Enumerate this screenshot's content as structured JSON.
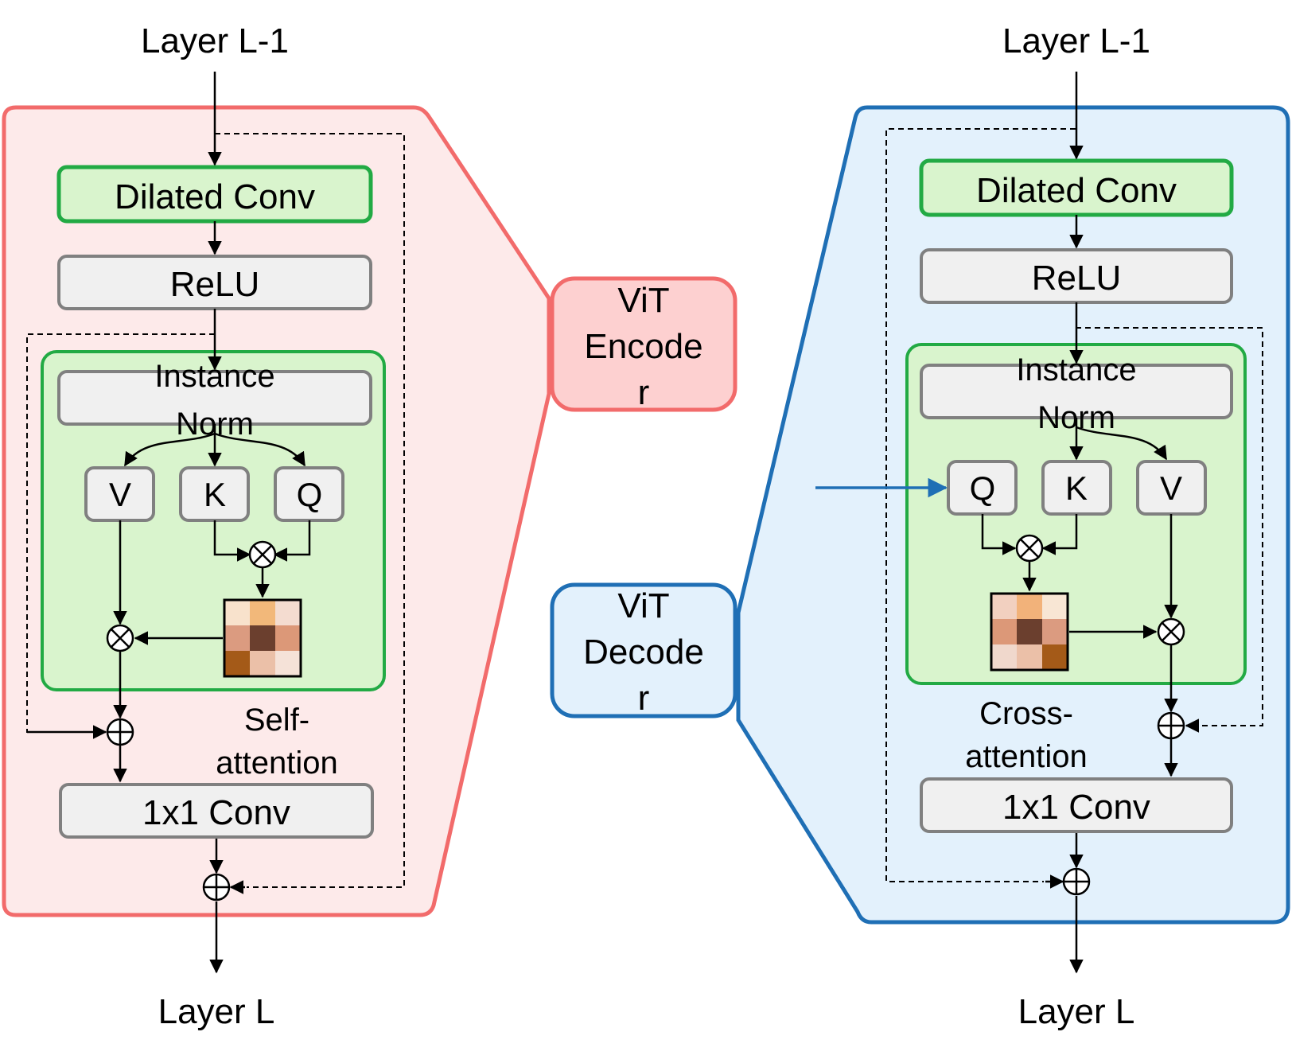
{
  "encoder": {
    "input_label": "Layer L-1",
    "dilated_conv": "Dilated Conv",
    "relu": "ReLU",
    "instance_norm": [
      "Instance",
      "Norm"
    ],
    "v": "V",
    "k": "K",
    "q": "Q",
    "attention_label": [
      "Self-",
      "attention"
    ],
    "conv1x1": "1x1 Conv",
    "output_label": "Layer L",
    "colors": {
      "frame": "#f26b6b",
      "fill": "#fdeaea"
    }
  },
  "decoder": {
    "input_label": "Layer L-1",
    "dilated_conv": "Dilated Conv",
    "relu": "ReLU",
    "instance_norm": [
      "Instance",
      "Norm"
    ],
    "q": "Q",
    "k": "K",
    "v": "V",
    "attention_label": [
      "Cross-",
      "attention"
    ],
    "conv1x1": "1x1 Conv",
    "output_label": "Layer L",
    "colors": {
      "frame": "#1f6fb5",
      "fill": "#e3f1fc"
    }
  },
  "vit_encoder": {
    "lines": [
      "ViT",
      "Encode",
      "r"
    ],
    "fill": "#fdd0d0",
    "stroke": "#f26b6b"
  },
  "vit_decoder": {
    "lines": [
      "ViT",
      "Decode",
      "r"
    ],
    "fill": "#e3f1fc",
    "stroke": "#1f6fb5"
  },
  "colors": {
    "green_box_fill": "#d9f4cd",
    "green_box_stroke": "#22aa44",
    "gray_box_fill": "#f0f0f0",
    "gray_box_stroke": "#808080",
    "attention_map": [
      "#f8e2cc",
      "#f2b87a",
      "#f4dcd0",
      "#db9b80",
      "#6b3f2e",
      "#dc9878",
      "#a45a18",
      "#ebc0a8",
      "#f5e2d8"
    ],
    "attention_map_decoder": [
      "#f2d0c0",
      "#f2b27a",
      "#f8e6d4",
      "#dc9878",
      "#6b3f2e",
      "#db9b80",
      "#f0d8cc",
      "#ebc0a8",
      "#a45a18"
    ]
  }
}
